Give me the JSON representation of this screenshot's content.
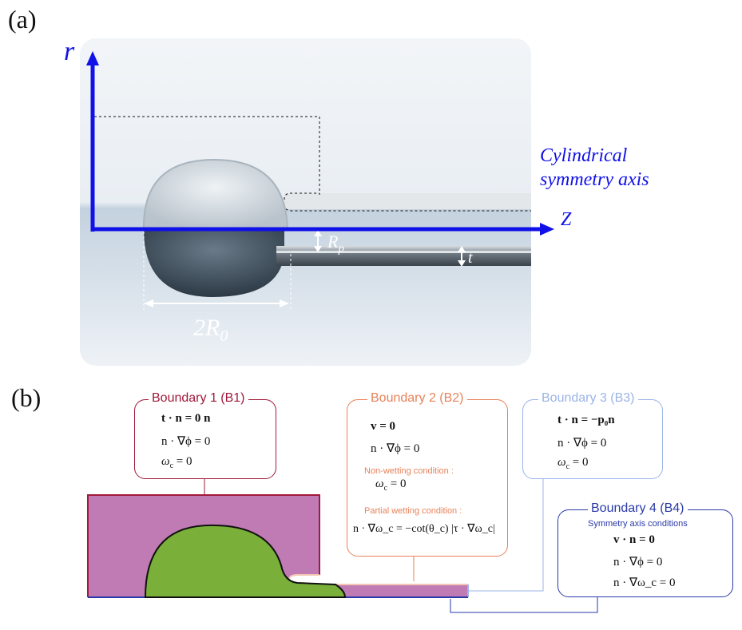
{
  "panel_a": {
    "label": "(a)",
    "axis_r": "r",
    "axis_z": "Z",
    "symmetry_line1": "Cylindrical",
    "symmetry_line2": "symmetry axis",
    "rp_main": "R",
    "rp_sub": "p",
    "t_label": "t",
    "diameter_main": "2R",
    "diameter_sub": "0"
  },
  "panel_b": {
    "label": "(b)",
    "b1": {
      "title": "Boundary 1 (B1)",
      "eq1": "t · n = 0 n",
      "eq2": "n · ∇ϕ = 0",
      "eq3": "ω",
      "eq3_sub": "c",
      "eq3_rest": " = 0"
    },
    "b2": {
      "title": "Boundary 2 (B2)",
      "eq1": "v = 0",
      "eq2": "n · ∇ϕ = 0",
      "note1": "Non-wetting condition :",
      "eq3": "ω",
      "eq3_sub": "c",
      "eq3_rest": " = 0",
      "note2": "Partial wetting condition :",
      "eq4": "n · ∇ω_c = −cot(θ_c) |τ · ∇ω_c|"
    },
    "b3": {
      "title": "Boundary 3 (B3)",
      "eq1": "t · n = −p₀n",
      "eq2": "n · ∇ϕ = 0",
      "eq3": "ω",
      "eq3_sub": "c",
      "eq3_rest": " = 0"
    },
    "b4": {
      "title": "Boundary 4 (B4)",
      "subtitle": "Symmetry axis conditions",
      "eq1": "v · n = 0",
      "eq2": "n · ∇ϕ = 0",
      "eq3": "n · ∇ω_c = 0"
    }
  },
  "colors": {
    "axis_blue": "#1010e8",
    "b1": "#a01a3a",
    "b2": "#e8825a",
    "b3": "#9bb4e8",
    "b4": "#2a3aa8",
    "domain_fill": "#c07ab4",
    "cell_fill": "#7ab03a"
  }
}
